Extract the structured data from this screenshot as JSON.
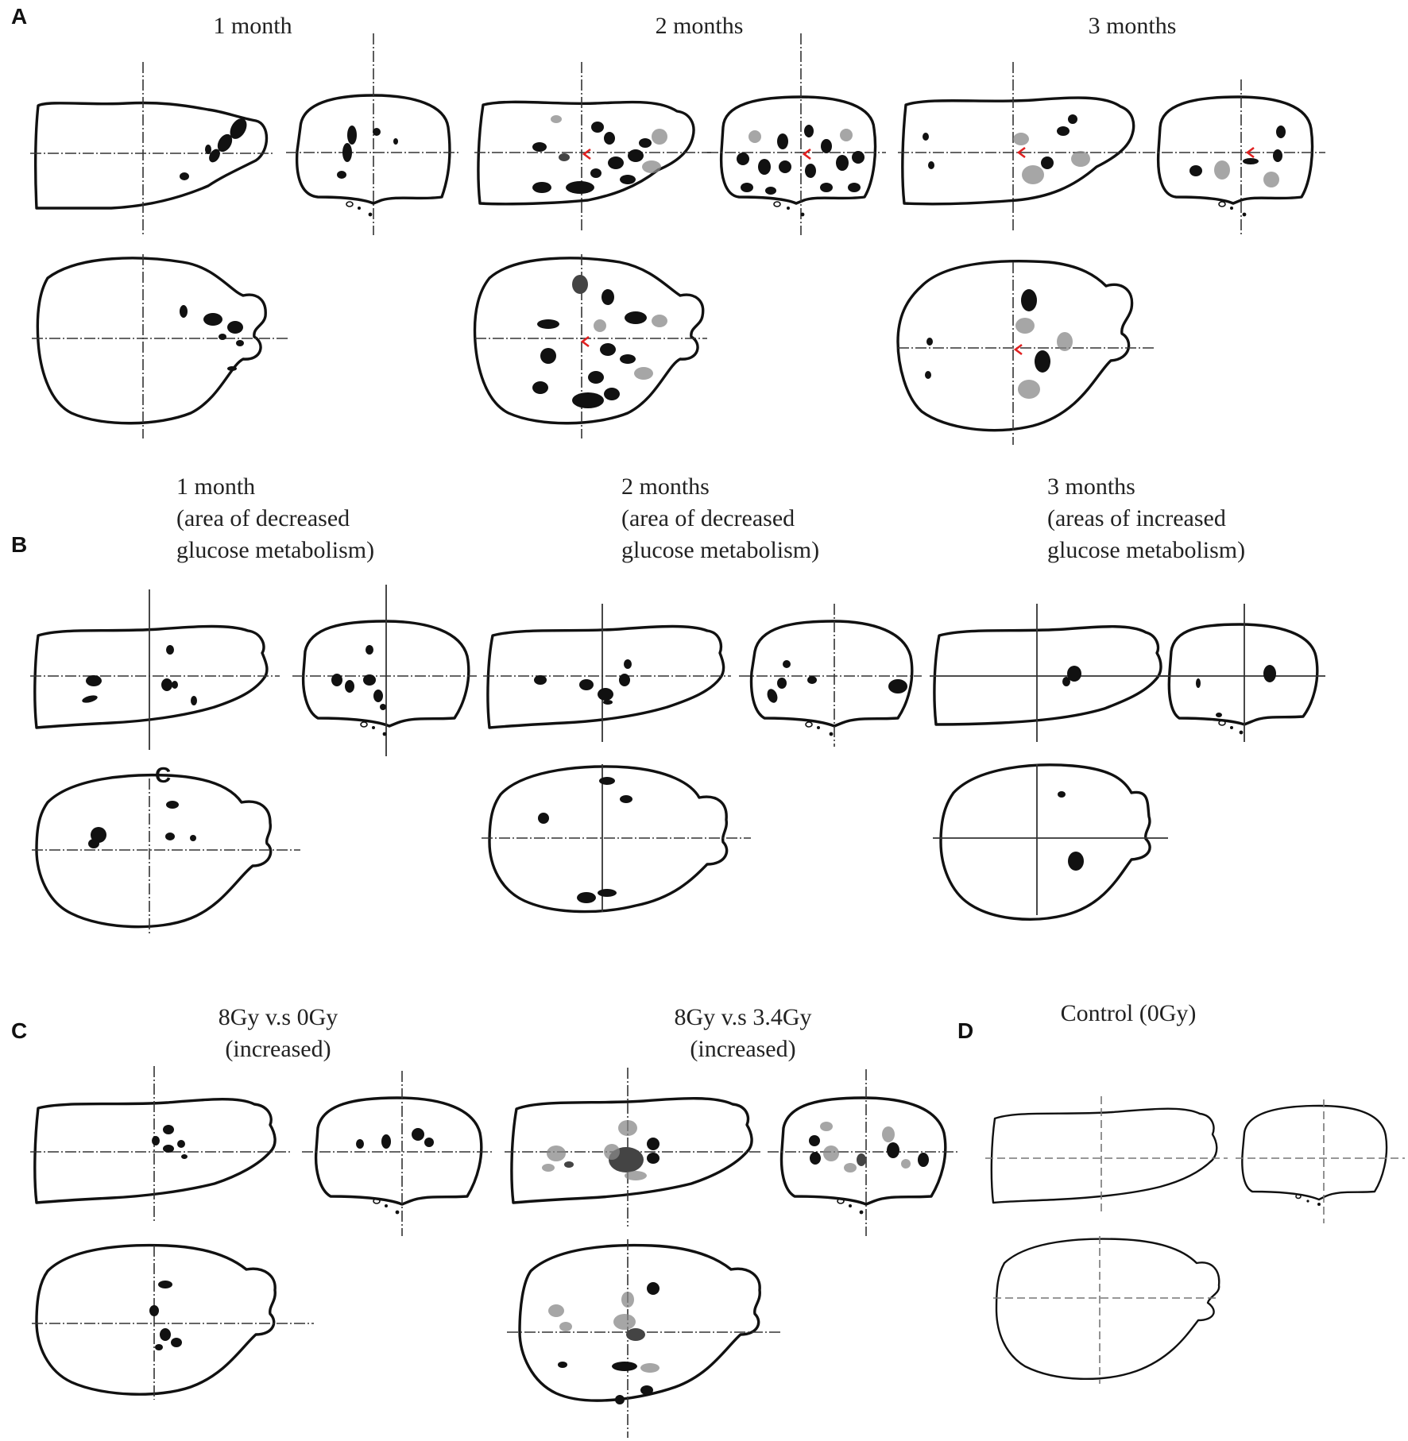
{
  "panels": {
    "A": {
      "letter": "A",
      "columns": [
        {
          "title": "1 month"
        },
        {
          "title": "2 months"
        },
        {
          "title": "3 months"
        }
      ]
    },
    "B": {
      "letter": "B",
      "columns": [
        {
          "line1": "1 month",
          "line2": "(area of decreased",
          "line3": "glucose metabolism)"
        },
        {
          "line1": "2 months",
          "line2": "(area of decreased",
          "line3": "glucose metabolism)"
        },
        {
          "line1": "3 months",
          "line2": "(areas of increased",
          "line3": "glucose metabolism)"
        }
      ],
      "stray_label": "C"
    },
    "C": {
      "letter": "C",
      "columns": [
        {
          "line1": "8Gy v.s 0Gy",
          "line2": "(increased)"
        },
        {
          "line1": "8Gy v.s 3.4Gy",
          "line2": "(increased)"
        }
      ]
    },
    "D": {
      "letter": "D",
      "title": "Control (0Gy)"
    }
  }
}
